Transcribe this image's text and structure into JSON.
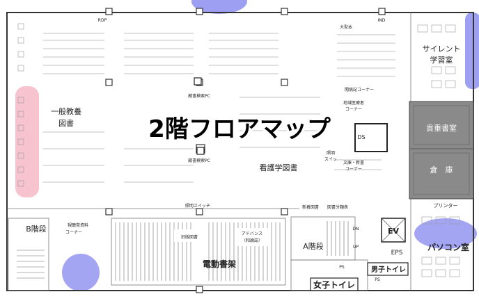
{
  "map": {
    "title": "2階フロアマップ",
    "colors": {
      "background": "#ffffff",
      "wall": "#333333",
      "restricted_room": "#8a8a8a",
      "pink_highlight": "#f6b8c6",
      "blue_highlight": "#8c8ff0"
    },
    "rooms": {
      "general_education": [
        "一般教養",
        "図書"
      ],
      "nursing": "看護学図書",
      "silent_study": [
        "サイレント",
        "学習室"
      ],
      "rare_books": "貴重書室",
      "warehouse": "倉　庫",
      "stairs_b": "B階段",
      "stairs_a": "A階段",
      "electric_shelves": "電動書架",
      "computer_room": "パソコン室",
      "womens_toilet": "女子トイレ",
      "mens_toilet": "男子トイレ",
      "elevator": "EV",
      "eps": "EPS"
    },
    "small_labels": {
      "large_books": "大型本",
      "search_pc_1": "蔵書検索PC",
      "search_pc_2": "蔵書検索PC",
      "reading_corner": "閲病記コーナー",
      "regional_medical": "地域医療者",
      "regional_corner": "コーナー",
      "lighting_switch_1": "照明",
      "lighting_switch_2": "スイッ",
      "paperback": "文庫・新書",
      "paperback_corner": "コーナー",
      "lighting_switch_main": "照明スイッチ",
      "new_books": "新着図書",
      "book_class": "図書分類表",
      "av_materials": "視聴覚資料",
      "av_corner": "コーナー",
      "old_journals": "旧版図書",
      "advanced": "アドバンス",
      "advanced_sub": "（和論誌）",
      "printer": "プリンター",
      "ps_1": "PS",
      "ps_2": "PS",
      "ds": "DS",
      "dn": "DN",
      "up": "UP",
      "rdp": "RDP",
      "ind": "IND"
    }
  }
}
